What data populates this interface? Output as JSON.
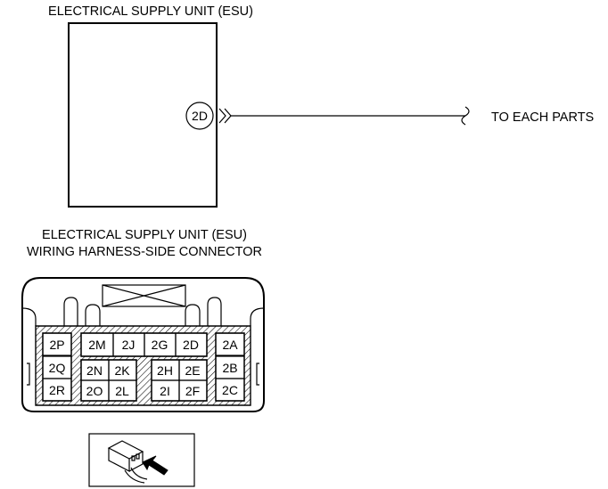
{
  "esu_title": "ELECTRICAL SUPPLY UNIT (ESU)",
  "connector_title_1": "ELECTRICAL SUPPLY UNIT (ESU)",
  "connector_title_2": "WIRING HARNESS-SIDE CONNECTOR",
  "output_terminal": "2D",
  "destination": "TO EACH PARTS",
  "pins": {
    "p2P": "2P",
    "p2Q": "2Q",
    "p2R": "2R",
    "p2M": "2M",
    "p2J": "2J",
    "p2G": "2G",
    "p2D": "2D",
    "p2N": "2N",
    "p2K": "2K",
    "p2O": "2O",
    "p2L": "2L",
    "p2H": "2H",
    "p2E": "2E",
    "p2I": "2I",
    "p2F": "2F",
    "p2A": "2A",
    "p2B": "2B",
    "p2C": "2C"
  }
}
